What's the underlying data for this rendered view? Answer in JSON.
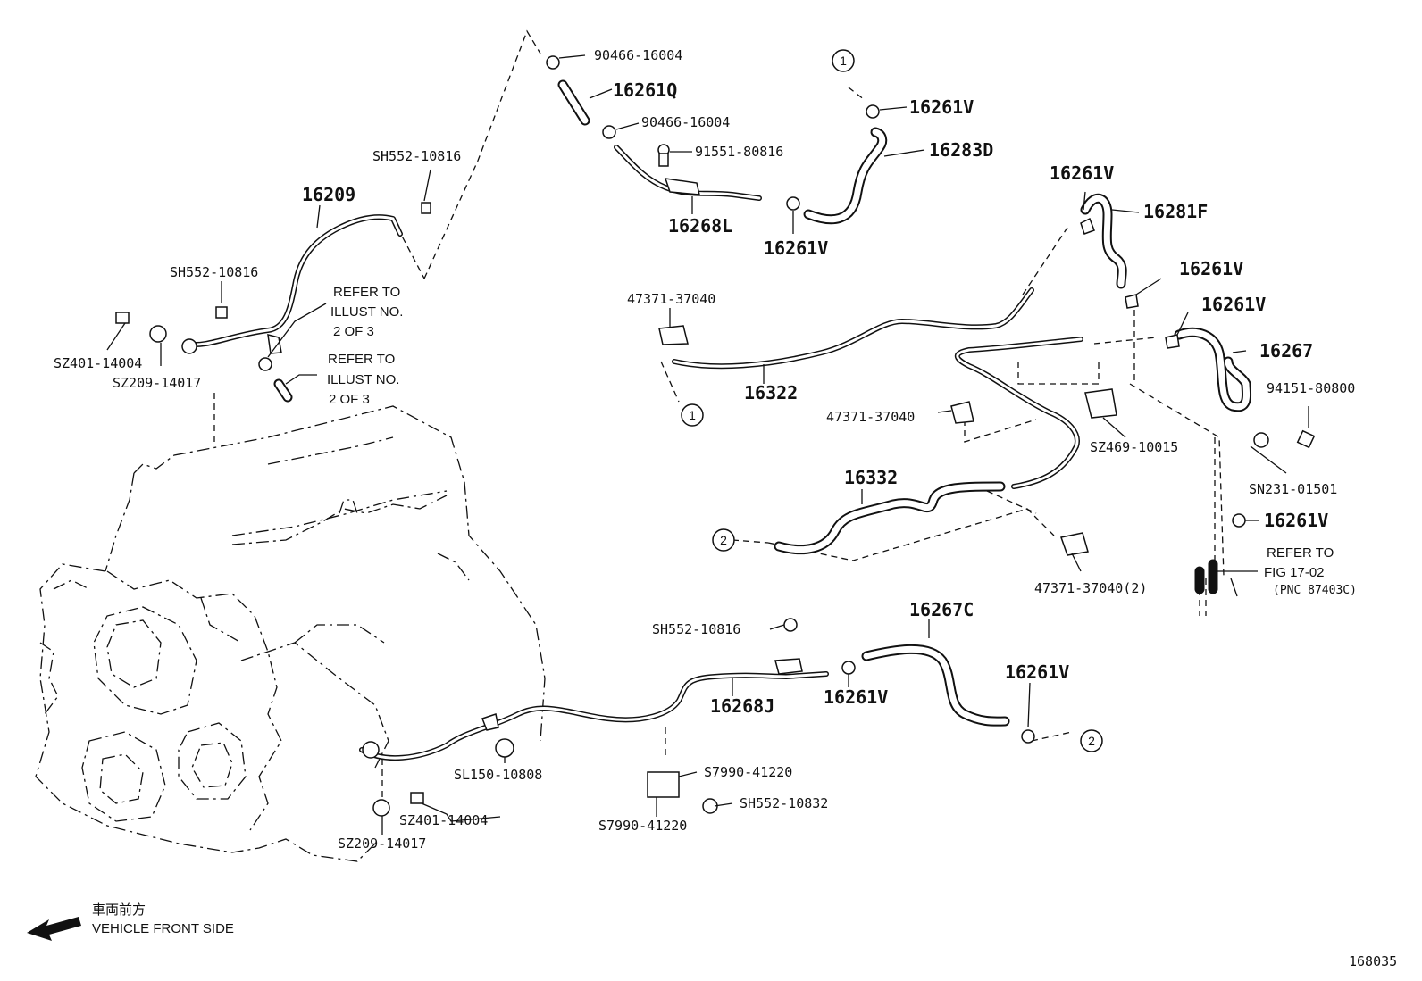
{
  "diagram_id": "168035",
  "direction": {
    "jp": "車両前方",
    "en": "VEHICLE FRONT SIDE"
  },
  "refs": {
    "refer_to": "REFER TO",
    "illust_no": "ILLUST NO.",
    "two_of_three": "2 OF 3",
    "fig": "FIG 17-02",
    "pnc": "(PNC 87403C)"
  },
  "circle_labels": {
    "one": "1",
    "two": "2"
  },
  "parts": {
    "p90466_a": "90466-16004",
    "p16261Q": "16261Q",
    "p90466_b": "90466-16004",
    "p91551": "91551-80816",
    "p16268L": "16268L",
    "p16261V_a": "16261V",
    "p16261V_b": "16261V",
    "p16283D": "16283D",
    "p16261V_c": "16261V",
    "p16281F": "16281F",
    "p16261V_d": "16261V",
    "p16261V_e": "16261V",
    "p16267": "16267",
    "p94151": "94151-80800",
    "pSN231": "SN231-01501",
    "p16261V_f": "16261V",
    "pSH552_a": "SH552-10816",
    "p16209": "16209",
    "pSH552_b": "SH552-10816",
    "pSZ401_a": "SZ401-14004",
    "pSZ209_a": "SZ209-14017",
    "p47371_a": "47371-37040",
    "p16322": "16322",
    "p47371_b": "47371-37040",
    "pSZ469": "SZ469-10015",
    "p16332": "16332",
    "p47371_c": "47371-37040(2)",
    "pSH552_c": "SH552-10816",
    "p16267C": "16267C",
    "p16261V_g": "16261V",
    "p16261V_h": "16261V",
    "p16268J": "16268J",
    "pSL150": "SL150-10808",
    "pS7990_a": "S7990-41220",
    "pSH552_d": "SH552-10832",
    "pS7990_b": "S7990-41220",
    "pSZ401_b": "SZ401-14004",
    "pSZ209_b": "SZ209-14017"
  }
}
